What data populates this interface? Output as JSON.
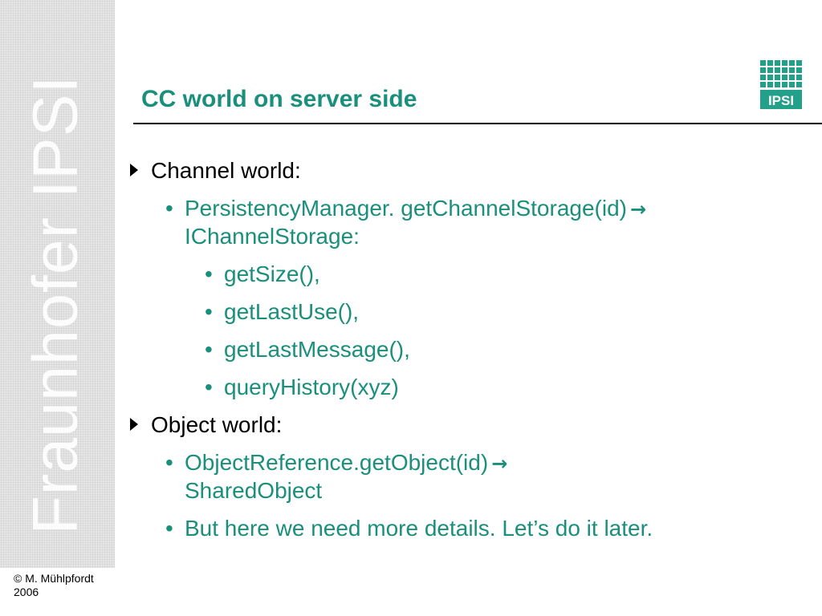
{
  "sidebar": {
    "watermark": "Fraunhofer IPSI"
  },
  "footer": {
    "line1": "© M. Mühlpfordt",
    "line2": "2006"
  },
  "logo": {
    "text": "IPSI"
  },
  "slide": {
    "title": "CC world on server side",
    "sections": [
      {
        "heading": "Channel world:",
        "items": [
          {
            "line1": "PersistencyManager. getChannelStorage(id)",
            "arrow": "→",
            "line2": "IChannelStorage:",
            "subitems": [
              "getSize(),",
              "getLastUse(),",
              "getLastMessage(),",
              "queryHistory(xyz)"
            ]
          }
        ]
      },
      {
        "heading": "Object world:",
        "items": [
          {
            "line1": "ObjectReference.getObject(id)",
            "arrow": "→",
            "line2": "SharedObject"
          },
          {
            "line1": "But here we need more details. Let’s do it later."
          }
        ]
      }
    ]
  },
  "colors": {
    "accent": "#1a8f7c",
    "sidebar": "#e6e6e6",
    "logo": "#22a08a"
  }
}
